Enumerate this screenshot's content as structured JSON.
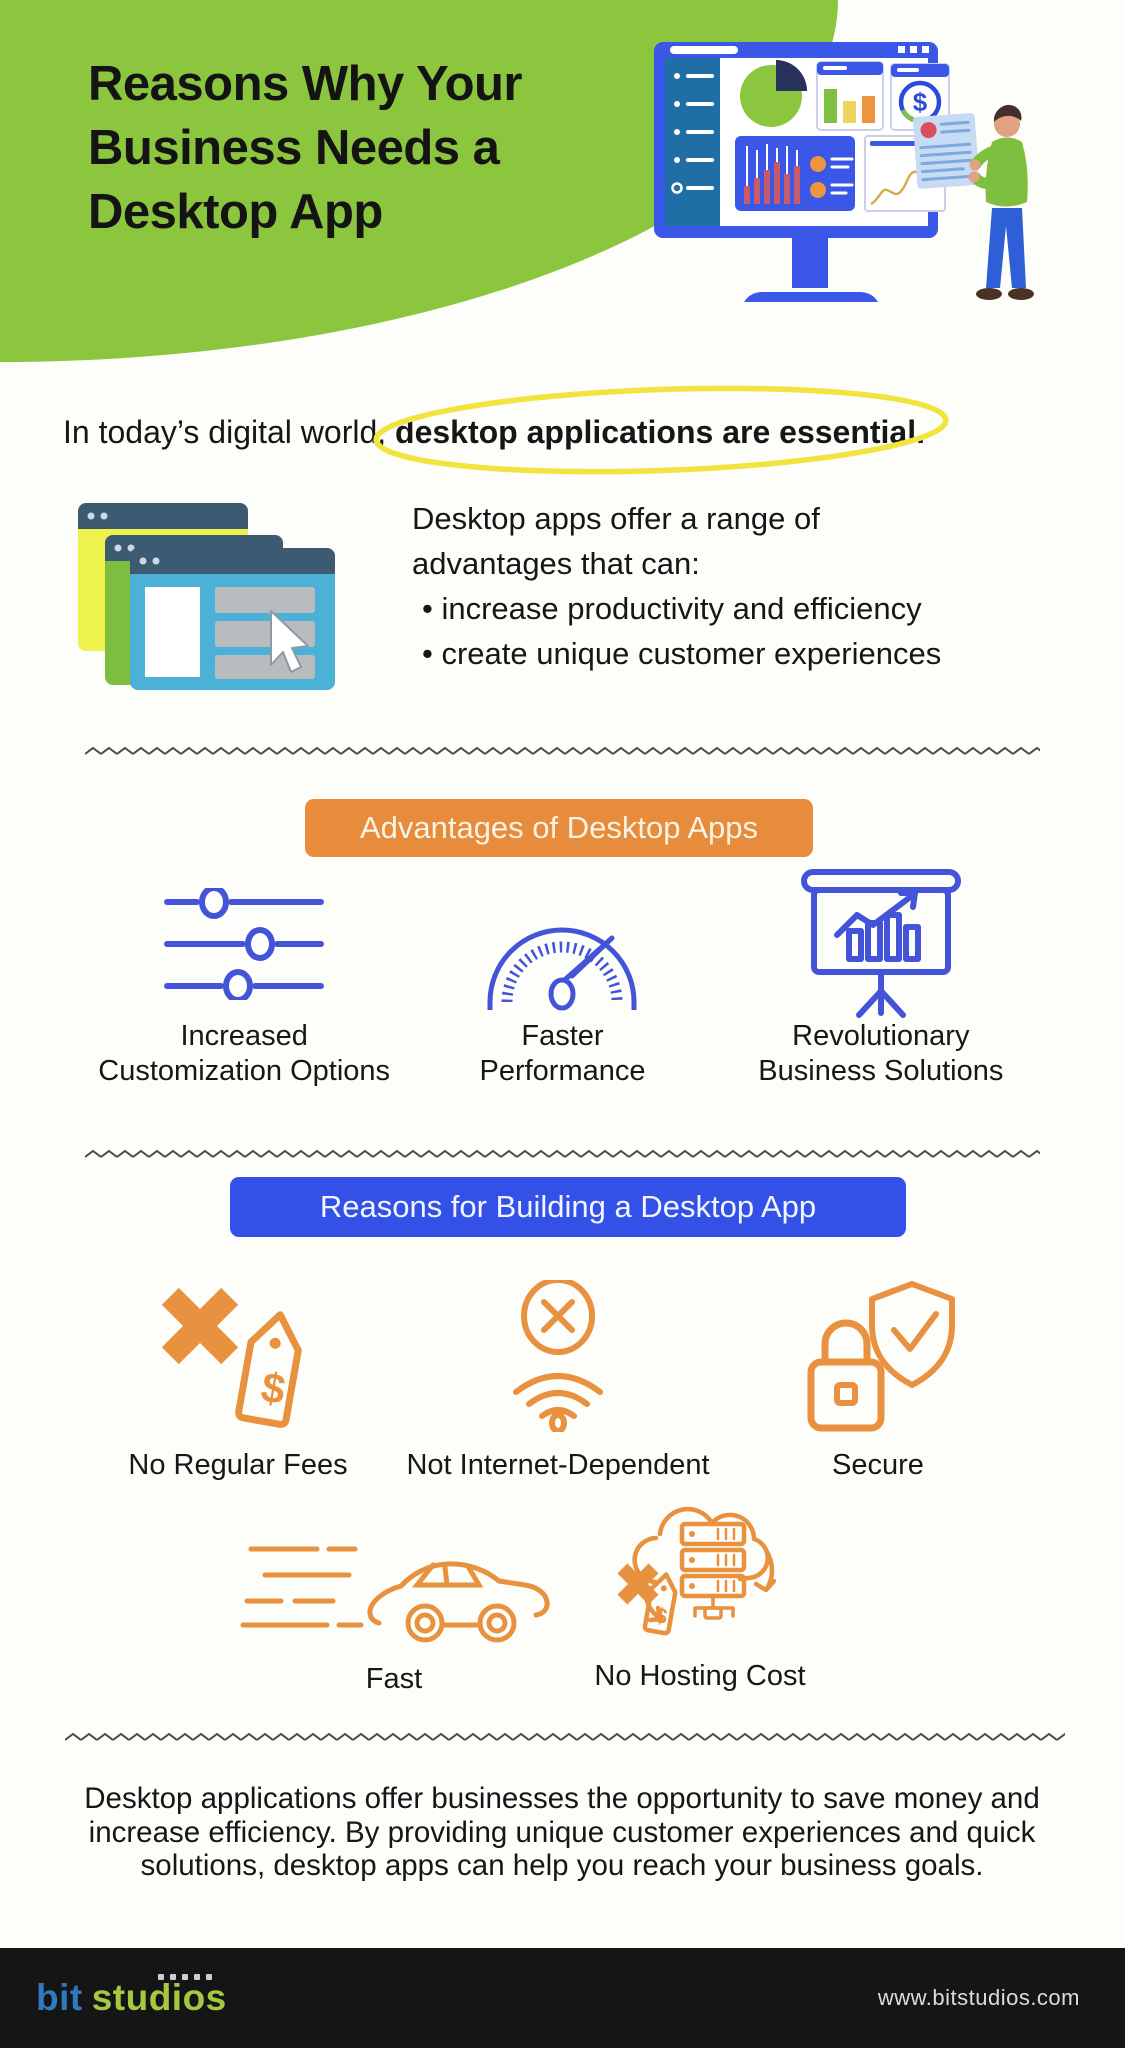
{
  "colors": {
    "blob_green": "#8CC63E",
    "banner_orange": "#E78B3C",
    "banner_blue": "#3351E7",
    "icon_blue": "#4454D8",
    "icon_orange": "#E8913F",
    "highlight_yellow": "#F1E43E",
    "footer_bg": "#151515",
    "logo_blue": "#2F79BE",
    "logo_green": "#A6C840"
  },
  "symbols": {
    "dollar": "$"
  },
  "header": {
    "title_line1": "Reasons Why Your",
    "title_line2": "Business Needs a",
    "title_line3": "Desktop App"
  },
  "intro": {
    "lead_plain": "In today’s digital world, ",
    "lead_highlight": "desktop applications are essential.",
    "body_line1": "Desktop apps offer a range of",
    "body_line2": "advantages that can:",
    "bullet1": "• increase productivity and efficiency",
    "bullet2": "• create unique customer experiences"
  },
  "advantages": {
    "banner": "Advantages of Desktop Apps",
    "items": [
      {
        "line1": "Increased",
        "line2": "Customization Options"
      },
      {
        "line1": "Faster",
        "line2": "Performance"
      },
      {
        "line1": "Revolutionary",
        "line2": "Business Solutions"
      }
    ]
  },
  "reasons": {
    "banner": "Reasons for Building a Desktop App",
    "row1": [
      {
        "label": "No Regular Fees"
      },
      {
        "label": "Not Internet-Dependent"
      },
      {
        "label": "Secure"
      }
    ],
    "row2": [
      {
        "label": "Fast"
      },
      {
        "label": "No Hosting Cost"
      }
    ]
  },
  "conclusion": "Desktop applications offer businesses the opportunity to save money and increase efficiency. By providing unique customer experiences and quick solutions, desktop apps can help you reach your business goals.",
  "footer": {
    "logo_part1": "bit",
    "logo_part2": "studios",
    "website": "www.bitstudios.com"
  }
}
